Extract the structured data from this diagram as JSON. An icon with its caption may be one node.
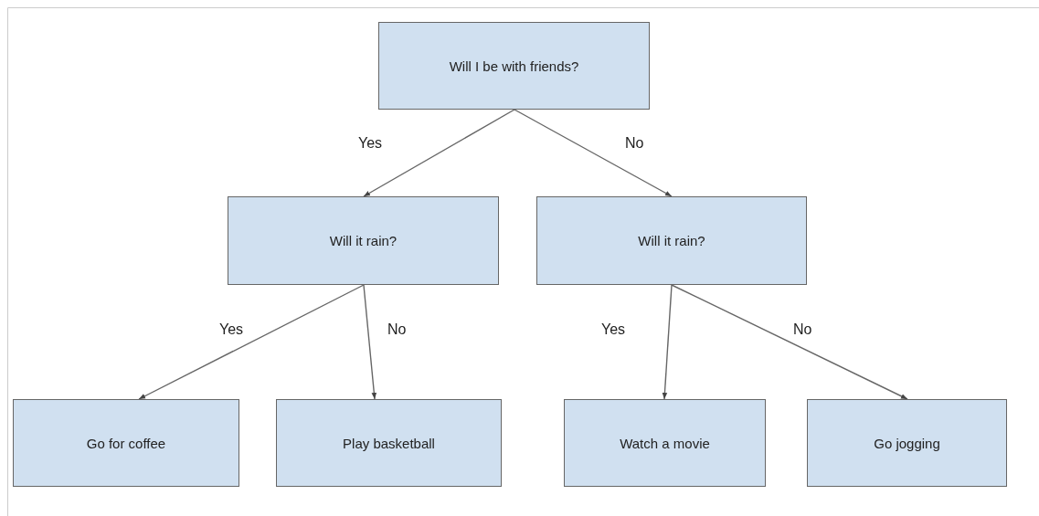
{
  "diagram": {
    "nodes": [
      {
        "text": [
          "Will I be with friends?"
        ]
      },
      {
        "text": [
          "Will it rain?"
        ]
      },
      {
        "text": [
          "Will it rain?"
        ]
      },
      {
        "text": [
          "Go for coffee"
        ]
      },
      {
        "text": [
          "Play basketball"
        ]
      },
      {
        "text": [
          "Watch a movie"
        ]
      },
      {
        "text": [
          "Go jogging"
        ]
      }
    ],
    "edges": [
      {
        "from": 0,
        "to": 1,
        "arrow": "to",
        "label": "Yes"
      },
      {
        "from": 0,
        "to": 2,
        "arrow": "to",
        "label": "No"
      },
      {
        "from": 1,
        "to": 3,
        "arrow": "to",
        "label": "Yes"
      },
      {
        "from": 1,
        "to": 4,
        "arrow": "to",
        "label": "No"
      },
      {
        "from": 2,
        "to": 5,
        "arrow": "to",
        "label": "Yes"
      },
      {
        "from": 2,
        "to": 6,
        "arrow": "to",
        "label": "No"
      }
    ]
  }
}
